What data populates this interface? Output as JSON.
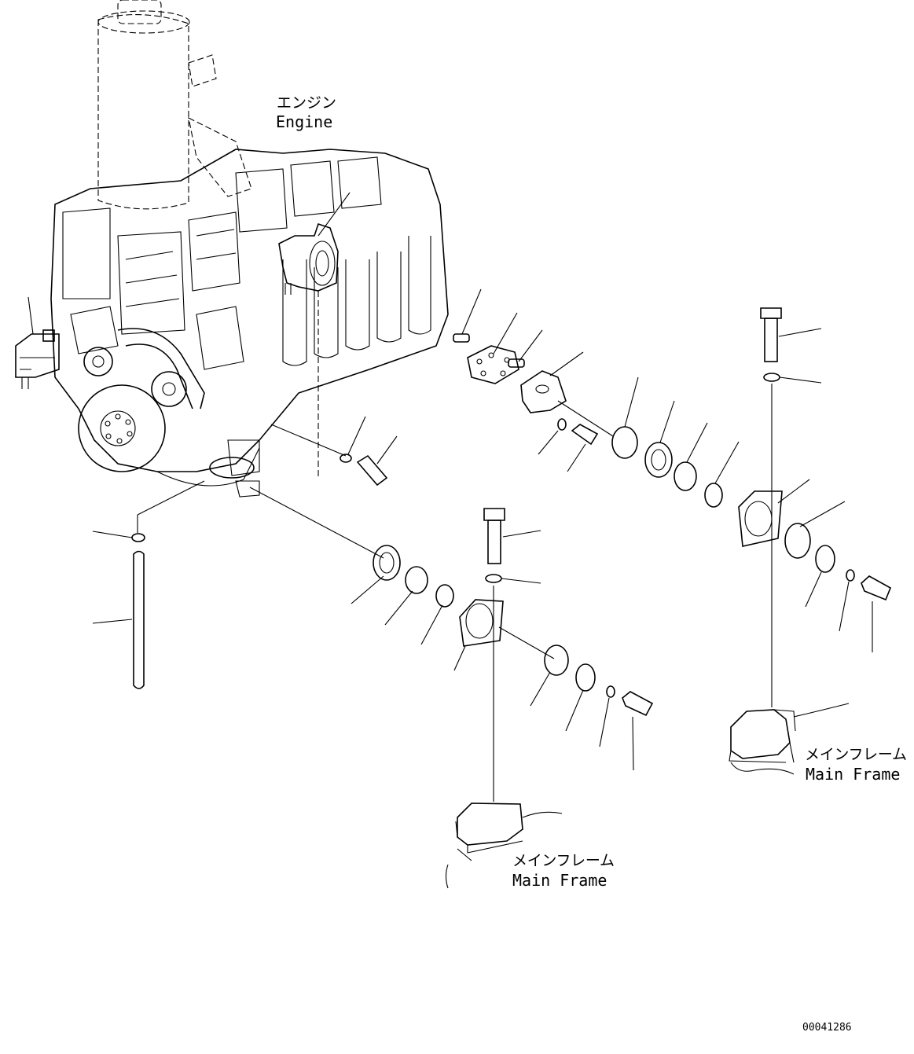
{
  "labels": {
    "engine_jp": "エンジン",
    "engine_en": "Engine",
    "frame_left_jp": "メインフレーム",
    "frame_left_en": "Main Frame",
    "frame_right_jp": "メインフレーム",
    "frame_right_en": "Main Frame",
    "drawing_number": "00041286"
  },
  "colors": {
    "line": "#000000",
    "background": "#ffffff"
  }
}
